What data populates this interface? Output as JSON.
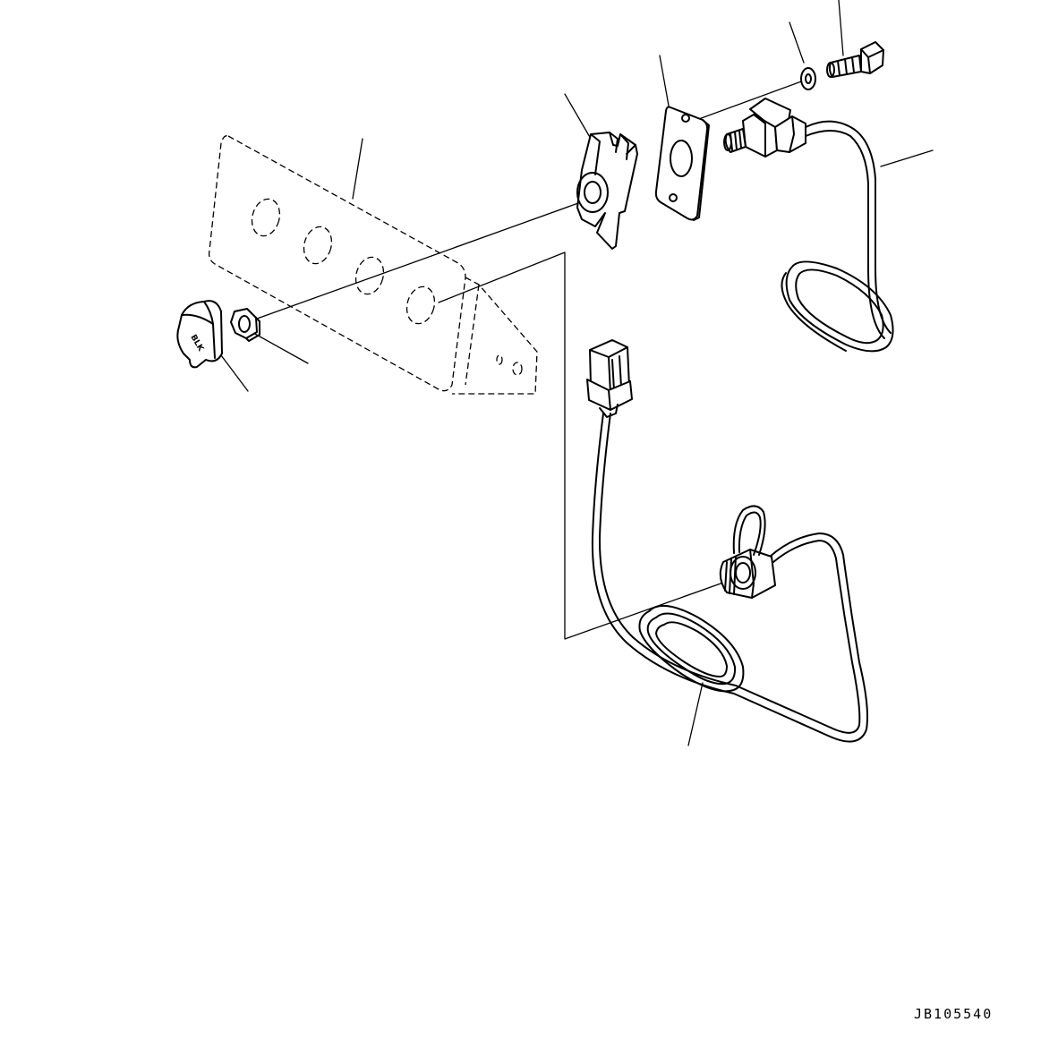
{
  "drawing_code": "JB105540",
  "knob_cap_marking": "BLK",
  "colors": {
    "stroke": "#000000",
    "background": "#ffffff"
  },
  "parts": [
    {
      "id": "cover-bracket",
      "name": "bracket-plate"
    },
    {
      "id": "knob-cap",
      "name": "knob-cap"
    },
    {
      "id": "hex-nut",
      "name": "hex-nut"
    },
    {
      "id": "slotted-clip",
      "name": "slotted-clip"
    },
    {
      "id": "gasket-plate",
      "name": "gasket-plate"
    },
    {
      "id": "washer",
      "name": "washer"
    },
    {
      "id": "bolt",
      "name": "bolt"
    },
    {
      "id": "upper-harness",
      "name": "upper-harness"
    },
    {
      "id": "lower-harness",
      "name": "lower-harness"
    }
  ]
}
